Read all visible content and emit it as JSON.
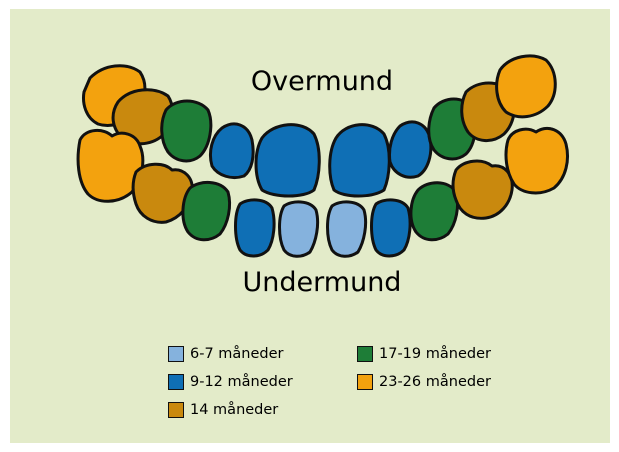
{
  "labels": {
    "top": "Overmund",
    "bottom": "Undermund"
  },
  "colors": {
    "light_blue": "#85b2dd",
    "blue": "#0f6fb5",
    "ochre": "#c9890e",
    "green": "#1e7d37",
    "orange": "#f3a20e",
    "background": "#e3ebc9",
    "outline": "#111111"
  },
  "legend": [
    {
      "text": "6-7 måneder",
      "color": "#85b2dd"
    },
    {
      "text": "9-12 måneder",
      "color": "#0f6fb5"
    },
    {
      "text": "14 måneder",
      "color": "#c9890e"
    },
    {
      "text": "17-19 måneder",
      "color": "#1e7d37"
    },
    {
      "text": "23-26 måneder",
      "color": "#f3a20e"
    }
  ]
}
